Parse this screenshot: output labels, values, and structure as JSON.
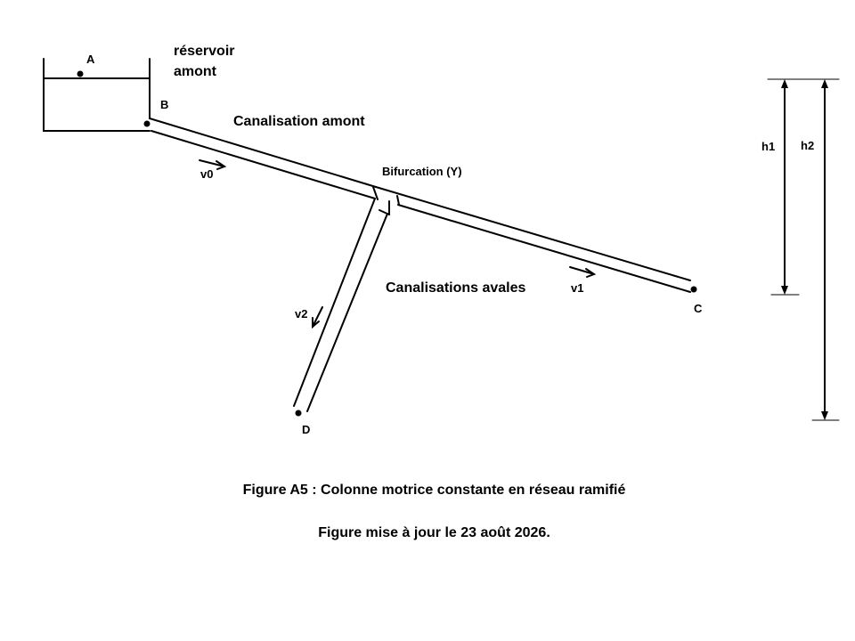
{
  "reservoir": {
    "label_line1": "réservoir",
    "label_line2": "amont"
  },
  "points": {
    "A": "A",
    "B": "B",
    "C": "C",
    "D": "D"
  },
  "pipes": {
    "upstream": "Canalisation amont",
    "downstream": "Canalisations avales",
    "junction": "Bifurcation (Y)"
  },
  "velocities": {
    "v0": "v0",
    "v1": "v1",
    "v2": "v2"
  },
  "heights": {
    "h1": "h1",
    "h2": "h2"
  },
  "caption": "Figure A5 : Colonne motrice constante en réseau ramifié",
  "footnote": "Figure mise à jour le 23 août 2026."
}
